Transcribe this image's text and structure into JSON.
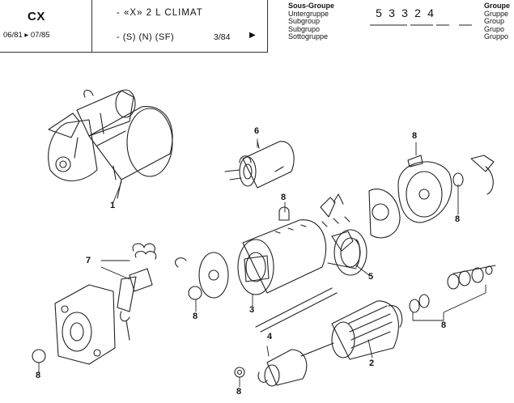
{
  "header": {
    "model": "CX",
    "dates": "06/81 ▸ 07/85",
    "line1": "- «X» 2 L CLIMAT",
    "line2": "- (S) (N) (SF)",
    "ref": "3/84",
    "ref_arrow": "▶",
    "group_code": [
      "5",
      "3",
      "3",
      "2",
      "4"
    ],
    "subgroup_labels": [
      "Sous-Groupe",
      "Untergruppe",
      "Subgroup",
      "Subgrupo",
      "Sottogruppe"
    ],
    "group_labels": [
      "Groupe",
      "Gruppe",
      "Group",
      "Grupo",
      "Gruppo"
    ]
  },
  "callouts": {
    "c1": "1",
    "c2": "2",
    "c3": "3",
    "c4": "4",
    "c5": "5",
    "c6": "6",
    "c7": "7",
    "c8a": "8",
    "c8b": "8",
    "c8c": "8",
    "c8d": "8",
    "c8e": "8",
    "c8f": "8",
    "c8g": "8"
  }
}
